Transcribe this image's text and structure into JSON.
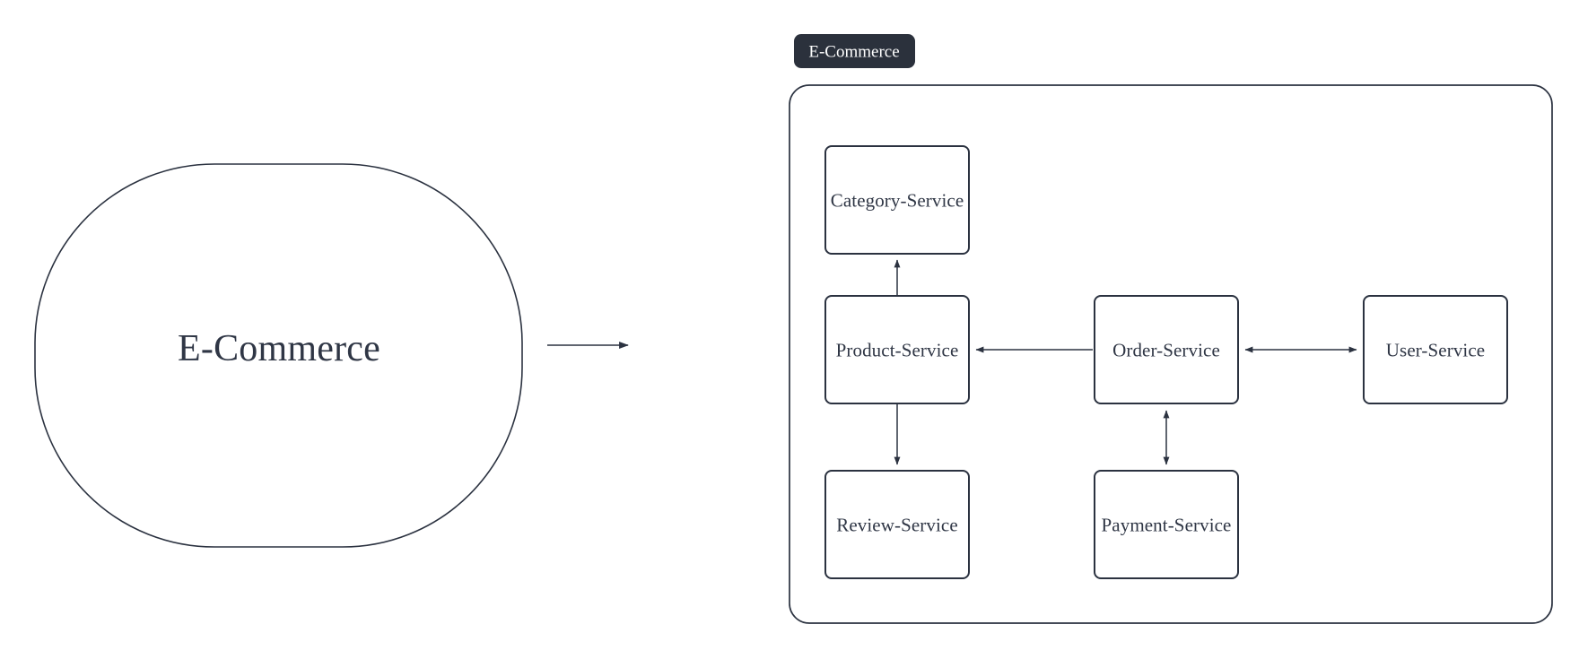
{
  "diagram": {
    "type": "architecture-decomposition",
    "monolith": {
      "name": "monolith-node",
      "label": "E-Commerce",
      "shape": "stadium",
      "stroke": "#2b3240",
      "fill": "#ffffff",
      "text_color": "#2f3645"
    },
    "transition_arrow": {
      "name": "transition-arrow",
      "direction": "right",
      "label": ""
    },
    "container": {
      "name": "ecommerce-container",
      "badge_label": "E-Commerce",
      "badge_bg": "#2b313c",
      "badge_text_color": "#ffffff",
      "stroke": "#2b3240",
      "fill": "#ffffff"
    },
    "services": [
      {
        "id": "category",
        "label": "Category-Service"
      },
      {
        "id": "product",
        "label": "Product-Service"
      },
      {
        "id": "review",
        "label": "Review-Service"
      },
      {
        "id": "order",
        "label": "Order-Service"
      },
      {
        "id": "payment",
        "label": "Payment-Service"
      },
      {
        "id": "user",
        "label": "User-Service"
      }
    ],
    "edges": [
      {
        "from": "product",
        "to": "category",
        "arrows": "one-way",
        "label": ""
      },
      {
        "from": "product",
        "to": "review",
        "arrows": "one-way",
        "label": ""
      },
      {
        "from": "order",
        "to": "product",
        "arrows": "one-way",
        "label": ""
      },
      {
        "from": "order",
        "to": "user",
        "arrows": "bidirectional",
        "label": ""
      },
      {
        "from": "payment",
        "to": "order",
        "arrows": "bidirectional",
        "label": ""
      }
    ],
    "colors": {
      "stroke": "#2b3240",
      "text": "#2f3645",
      "badge_bg": "#2b313c",
      "background": "#ffffff"
    }
  }
}
